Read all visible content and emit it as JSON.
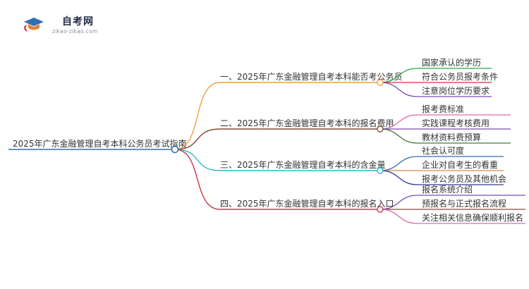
{
  "logo": {
    "title": "自考网",
    "subtitle": "zikao-zikao.com",
    "icon": "graduation-cap-icon"
  },
  "mindmap": {
    "root": {
      "label": "2025年广东金融管理自考本科公务员考试指南",
      "color": "#2f6fb5"
    },
    "branches": [
      {
        "label": "一、2025年广东金融管理自考本科能否考公务员",
        "color": "#f0a040",
        "children": [
          {
            "label": "国家承认的学历",
            "color": "#2aa84a"
          },
          {
            "label": "符合公务员报考条件",
            "color": "#d0304a"
          },
          {
            "label": "注意岗位学历要求",
            "color": "#7b4bb5"
          }
        ]
      },
      {
        "label": "二、2025年广东金融管理自考本科的报名费用",
        "color": "#8b4a3a",
        "children": [
          {
            "label": "报考费标准",
            "color": "#e06aa6"
          },
          {
            "label": "实践课程考核费用",
            "color": "#7b4bb5"
          },
          {
            "label": "教材资料费预算",
            "color": "#3d7c3d"
          }
        ]
      },
      {
        "label": "三、2025年广东金融管理自考本科的含金量",
        "color": "#2bb5c8",
        "children": [
          {
            "label": "社会认可度",
            "color": "#2f6fb5"
          },
          {
            "label": "企业对自考生的看重",
            "color": "#e0863a"
          },
          {
            "label": "报考公务员及其他机会",
            "color": "#2f3e8f"
          }
        ]
      },
      {
        "label": "四、2025年广东金融管理自考本科的报名入口",
        "color": "#c83a4e",
        "children": [
          {
            "label": "报名系统介绍",
            "color": "#7b4bb5"
          },
          {
            "label": "预报名与正式报名流程",
            "color": "#8b4a3a"
          },
          {
            "label": "关注相关信息确保顺利报名",
            "color": "#e06aa6"
          }
        ]
      }
    ]
  }
}
